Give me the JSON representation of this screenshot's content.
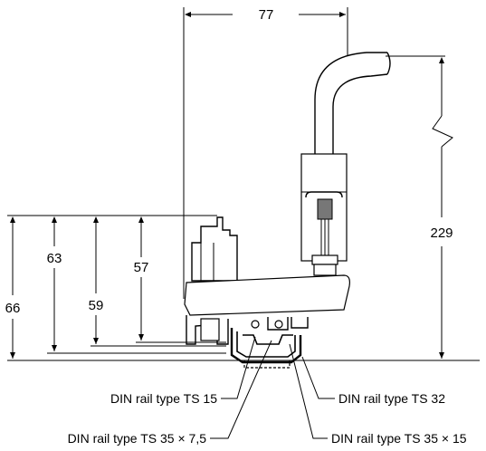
{
  "dimensions": {
    "width_top": "77",
    "height_right": "229",
    "height_66": "66",
    "height_63": "63",
    "height_59": "59",
    "height_57": "57"
  },
  "callouts": {
    "ts15": "DIN rail type TS 15",
    "ts32": "DIN rail type TS 32",
    "ts35_75": "DIN rail type TS 35 × 7,5",
    "ts35_15": "DIN rail type TS 35 × 15"
  }
}
